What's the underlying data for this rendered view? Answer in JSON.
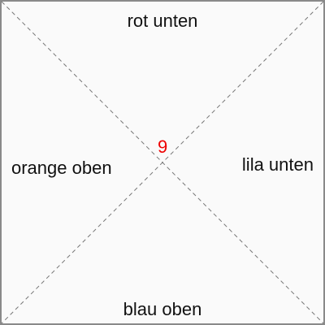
{
  "labels": {
    "top": "rot unten",
    "left": "orange oben",
    "right": "lila unten",
    "bottom": "blau oben"
  },
  "center_number": "9",
  "colors": {
    "number": "#ee0000",
    "border": "#8a8a8a",
    "background": "#fafafa",
    "diagonals": "#777777"
  }
}
